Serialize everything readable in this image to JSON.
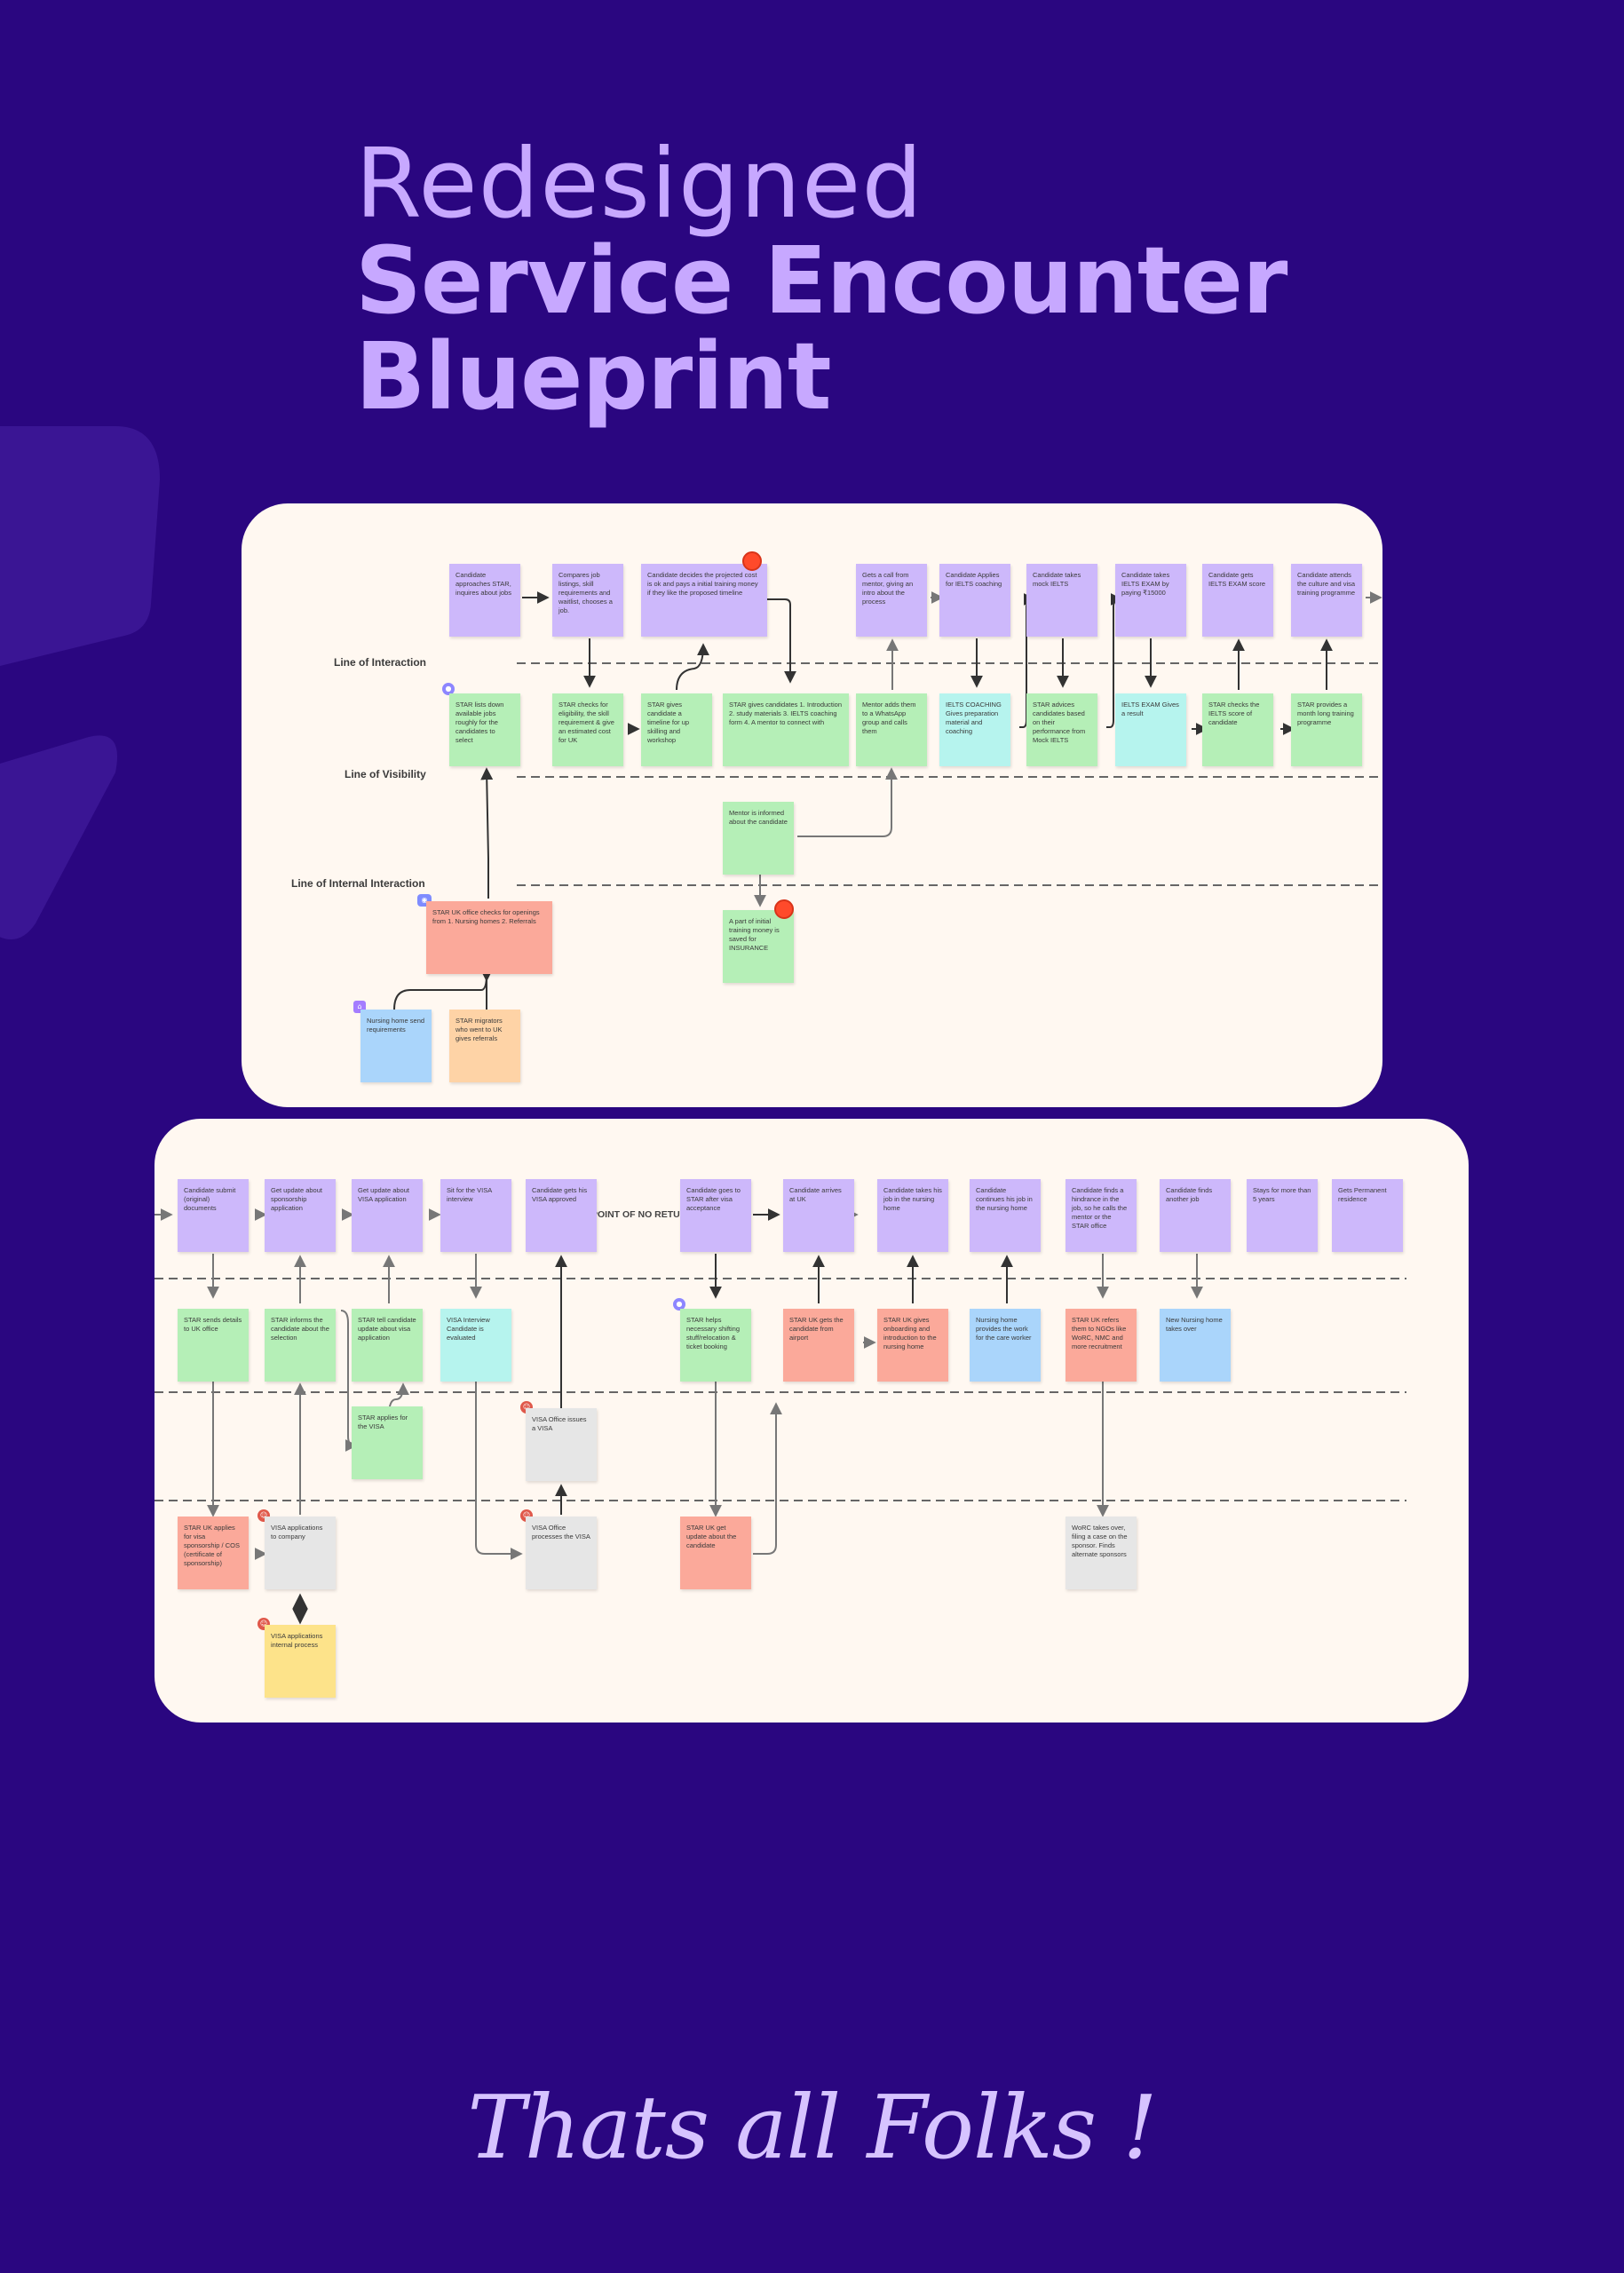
{
  "title": {
    "line1": "Redesigned",
    "line2": "Service Encounter Blueprint"
  },
  "footer": "Thats all Folks !",
  "lanes": {
    "interaction": "Line of Interaction",
    "visibility": "Line of Visibility",
    "internal": "Line of Internal Interaction"
  },
  "point_of_no_return": "POINT OF NO RETURN",
  "panel1": {
    "customer": [
      "Candidate approaches STAR, inquires about jobs",
      "Compares job listings, skill requirements and waitlist, chooses a job.",
      "Candidate decides the projected cost is ok and pays a initial training money if they like the proposed timeline",
      "Gets a call from mentor, giving an intro about the process",
      "Candidate Applies for IELTS coaching",
      "Candidate takes mock IELTS",
      "Candidate takes IELTS EXAM by paying ₹15000",
      "Candidate gets IELTS EXAM score",
      "Candidate attends the culture and visa training programme"
    ],
    "onstage": [
      "STAR lists down available jobs roughly for the candidates to select",
      "STAR checks for eligibility, the skill requirement & give an estimated cost for UK",
      "STAR gives candidate a timeline for up skilling and workshop",
      "STAR gives candidates 1. Introduction 2. study materials 3. IELTS coaching form 4. A mentor to connect with",
      "Mentor adds them to a WhatsApp group and calls them",
      "IELTS COACHING Gives preparation material and coaching",
      "STAR advices candidates based on their performance from Mock IELTS",
      "IELTS EXAM Gives a result",
      "STAR checks the IELTS score of candidate",
      "STAR provides a month long training programme"
    ],
    "backstage": [
      "Mentor is informed about the candidate"
    ],
    "support": [
      "STAR UK office checks for openings from 1. Nursing homes 2. Referrals",
      "A part of initial training money is saved for INSURANCE",
      "Nursing home send requirements",
      "STAR migrators who went to UK gives referrals"
    ]
  },
  "panel2": {
    "customer": [
      "Candidate submit (original) documents",
      "Get update about sponsorship application",
      "Get update about VISA application",
      "Sit for the VISA interview",
      "Candidate gets his VISA approved",
      "Candidate goes to STAR after visa acceptance",
      "Candidate arrives at UK",
      "Candidate takes his job in the nursing home",
      "Candidate continues his job in the nursing home",
      "Candidate finds a hindrance in the job, so he calls the mentor or the STAR office",
      "Candidate finds another job",
      "Stays for more than 5 years",
      "Gets Permanent residence"
    ],
    "onstage": [
      "STAR sends details to UK office",
      "STAR informs the candidate about the selection",
      "STAR tell candidate update about visa application",
      "VISA Interview Candidate is evaluated",
      "STAR helps necessary shifting stuff/relocation & ticket booking",
      "STAR UK gets the candidate from airport",
      "STAR UK gives onboarding and introduction to the nursing home",
      "Nursing home provides the work for the care worker",
      "STAR UK refers them to NGOs like WoRC, NMC and more recruitment",
      "New Nursing home takes over"
    ],
    "backstage": [
      "STAR applies for the VISA",
      "VISA Office issues a VISA"
    ],
    "support": [
      "STAR UK applies for visa sponsorship / COS (certificate of sponsorship)",
      "VISA applications to company",
      "VISA Office processes the VISA",
      "STAR UK get update about the candidate",
      "WoRC takes over, filing a case on the sponsor. Finds alternate sponsors",
      "VISA applications internal process"
    ]
  },
  "colors": {
    "background": "#2a0680",
    "title": "#c7a8ff",
    "panel": "#fff8f1",
    "customer_action": "#cdb8fb",
    "onstage": "#b5efb7",
    "ielts": "#b6f4ee",
    "star_uk": "#fba99a",
    "nursing_home": "#aad5fb",
    "migrators": "#fed3a6",
    "visa_office": "#e6e6e6",
    "internal_process": "#fde38a",
    "marker": "#ff4a2b"
  }
}
